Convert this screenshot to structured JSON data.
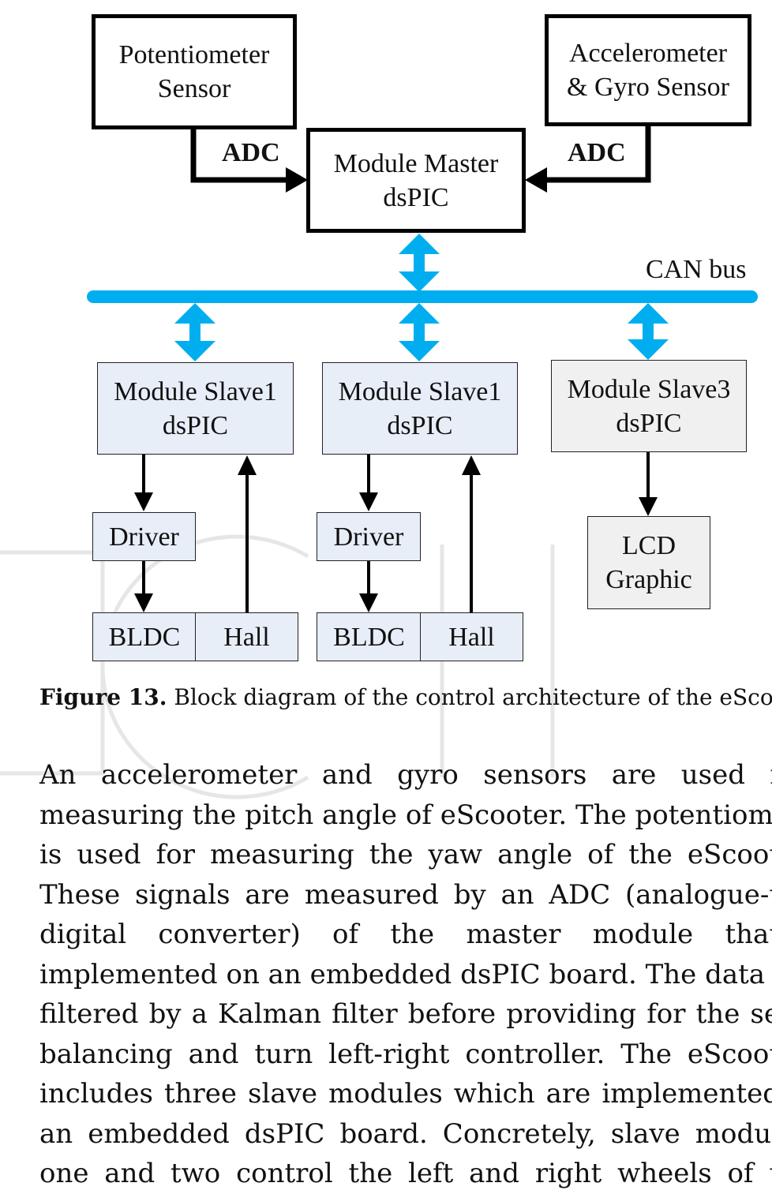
{
  "diagram": {
    "potentiometer": [
      "Potentiometer",
      "Sensor"
    ],
    "accelerometer": [
      "Accelerometer",
      "& Gyro Sensor"
    ],
    "master": [
      "Module Master",
      "dsPIC"
    ],
    "adc_left": "ADC",
    "adc_right": "ADC",
    "bus_label": "CAN bus",
    "slave_a": [
      "Module Slave1",
      "dsPIC"
    ],
    "slave_b": [
      "Module Slave1",
      "dsPIC"
    ],
    "slave_c": [
      "Module Slave3",
      "dsPIC"
    ],
    "driver_a": "Driver",
    "driver_b": "Driver",
    "bldc_a": "BLDC",
    "hall_a": "Hall",
    "bldc_b": "BLDC",
    "hall_b": "Hall",
    "lcd": [
      "LCD",
      "Graphic"
    ],
    "colors": {
      "bus": "#00aeef",
      "slave_fill": "#e8eef8",
      "lcd_fill": "#f0f0f0",
      "watermark": "#e6e6e6"
    }
  },
  "caption": {
    "label": "Figure 13.",
    "text": " Block diagram of the control architecture of the eScoot"
  },
  "body_lines": [
    "An accelerometer and gyro sensors are used f",
    "measuring the pitch angle of eScooter. The potentiomet",
    "is used for measuring the yaw angle of the eScoot",
    "These signals are measured by an ADC (analogue-t",
    "digital converter) of the master module that",
    "implemented on an embedded dsPIC board. The data a",
    "filtered by a Kalman filter before providing for the se",
    "balancing and turn left-right controller. The eScoot",
    "includes three slave modules which are implemented",
    "an embedded dsPIC board. Concretely, slave modul",
    "one and two control the left and right wheels of t"
  ]
}
